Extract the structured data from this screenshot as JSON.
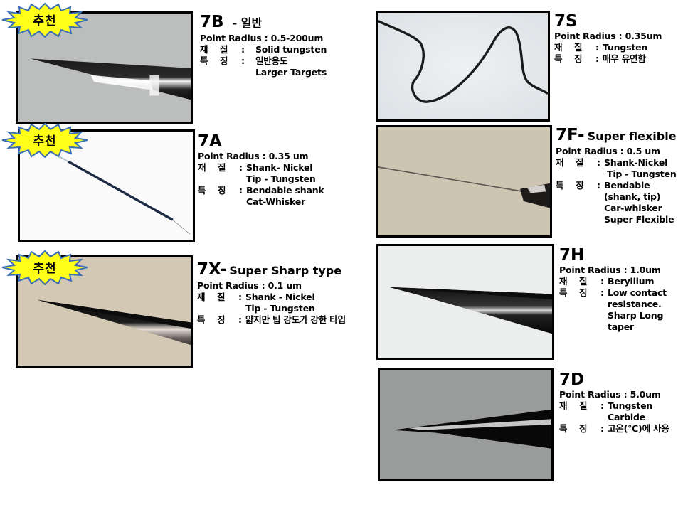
{
  "badge_label": "추천",
  "colors": {
    "badge_fill": "#ffff1a",
    "badge_stroke": "#3a6fb5",
    "frame_border": "#000000"
  },
  "labels": {
    "point_radius": "Point Radius",
    "material_a": "재",
    "material_b": "질",
    "feature_a": "특",
    "feature_b": "징",
    "colon": ":"
  },
  "probes": [
    {
      "model": "7B",
      "subtitle": "- 일반",
      "recommended": true,
      "point_radius": "0.5-200um",
      "material": [
        "Solid tungsten"
      ],
      "features": [
        "일반용도",
        "Larger Targets"
      ]
    },
    {
      "model": "7A",
      "subtitle": "",
      "recommended": true,
      "point_radius": "0.35 um",
      "material": [
        "Shank- Nickel",
        "Tip - Tungsten"
      ],
      "features": [
        "Bendable shank",
        "Cat-Whisker"
      ]
    },
    {
      "model": "7X-",
      "subtitle": "Super Sharp type",
      "recommended": true,
      "point_radius": "0.1 um",
      "material": [
        "Shank - Nickel",
        "Tip - Tungsten"
      ],
      "features": [
        "얇지만 팁 강도가 강한 타입"
      ]
    },
    {
      "model": "7S",
      "subtitle": "",
      "recommended": false,
      "point_radius": "0.35um",
      "material": [
        "Tungsten"
      ],
      "features": [
        "매우 유연함"
      ]
    },
    {
      "model": "7F-",
      "subtitle": "Super flexible",
      "recommended": false,
      "point_radius": "0.5 um",
      "material": [
        "Shank-Nickel",
        "Tip - Tungsten"
      ],
      "features": [
        "Bendable",
        "(shank, tip)",
        "Car-whisker",
        "Super Flexible"
      ]
    },
    {
      "model": "7H",
      "subtitle": "",
      "recommended": false,
      "point_radius": "1.0um",
      "material": [
        "Beryllium"
      ],
      "features": [
        "Low contact",
        "resistance.",
        "Sharp Long",
        "taper"
      ]
    },
    {
      "model": "7D",
      "subtitle": "",
      "recommended": false,
      "point_radius": "5.0um",
      "material": [
        "Tungsten",
        "Carbide"
      ],
      "features": [
        "고온(℃)에 사용"
      ]
    }
  ]
}
